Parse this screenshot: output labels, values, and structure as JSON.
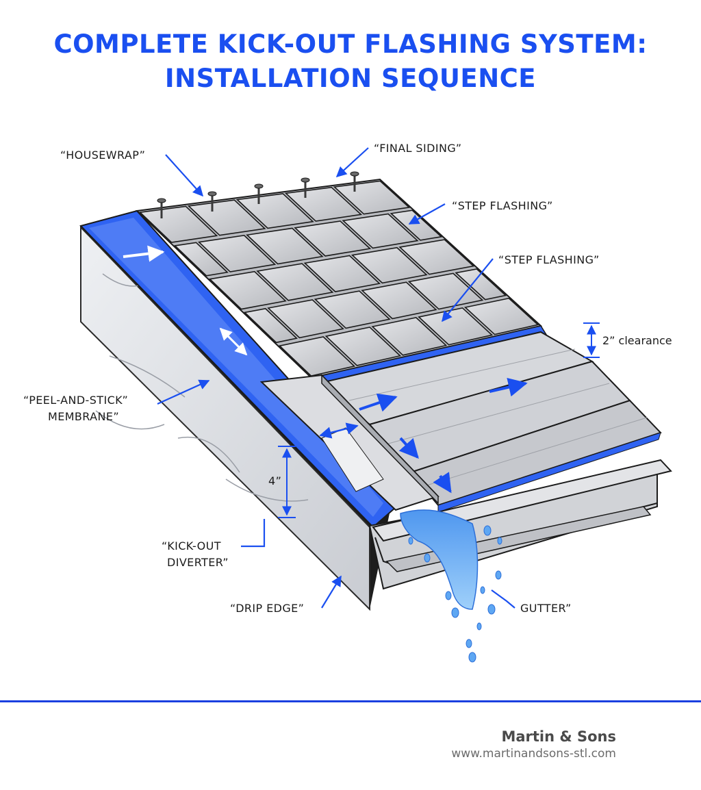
{
  "title": {
    "line1": "COMPLETE KICK-OUT FLASHING SYSTEM:",
    "line2": "INSTALLATION SEQUENCE"
  },
  "labels": {
    "housewrap": "“HOUSEWRAP”",
    "final_siding": "“FINAL SIDING”",
    "step_flashing_1": "“STEP FLASHING”",
    "step_flashing_2": "“STEP FLASHING”",
    "clearance": "2” clearance",
    "membrane_line1": "“PEEL-AND-STICK”",
    "membrane_line2": "MEMBRANE”",
    "dimension_4": "4”",
    "kickout_line1": "“KICK-OUT",
    "kickout_line2": "DIVERTER”",
    "drip_edge": "“DRIP EDGE”",
    "gutter": "GUTTER”"
  },
  "footer": {
    "company": "Martin & Sons",
    "url": "www.martinandsons-stl.com"
  },
  "colors": {
    "accent_blue": "#1a4ff0",
    "membrane_blue": "#2f63f2",
    "water_blue": "#6fb4f2",
    "metal_gray": "#c9cbcf"
  }
}
